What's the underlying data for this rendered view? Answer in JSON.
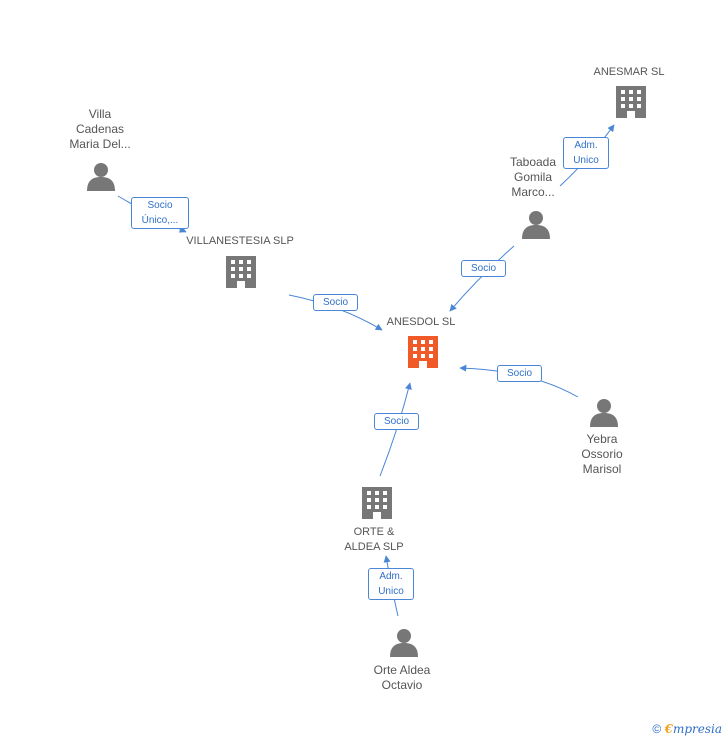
{
  "nodes": {
    "villa_cadenas": {
      "label": "Villa\nCadenas\nMaria Del...",
      "type": "person"
    },
    "villanestesia": {
      "label": "VILLANESTESIA SLP",
      "type": "company"
    },
    "anesmar": {
      "label": "ANESMAR SL",
      "type": "company"
    },
    "taboada": {
      "label": "Taboada\nGomila\nMarco...",
      "type": "person"
    },
    "anesdol": {
      "label": "ANESDOL SL",
      "type": "company-focus"
    },
    "yebra": {
      "label": "Yebra\nOssorio\nMarisol",
      "type": "person"
    },
    "orte_aldea_slp": {
      "label": "ORTE &\nALDEA SLP",
      "type": "company"
    },
    "orte_aldea_octavio": {
      "label": "Orte Aldea\nOctavio",
      "type": "person"
    }
  },
  "edges": {
    "villa_to_villanestesia": "Socio\nÚnico,...",
    "taboada_to_anesmar": "Adm.\nUnico",
    "villanestesia_to_anesdol": "Socio",
    "taboada_to_anesdol": "Socio",
    "yebra_to_anesdol": "Socio",
    "orteslp_to_anesdol": "Socio",
    "octavio_to_orteslp": "Adm.\nUnico"
  },
  "colors": {
    "company": "#777777",
    "focus": "#f05a28",
    "person": "#777777",
    "edge": "#4a86d6"
  },
  "footer": {
    "copyright_symbol": "©",
    "brand_first": "€",
    "brand_rest": "mpresia"
  }
}
